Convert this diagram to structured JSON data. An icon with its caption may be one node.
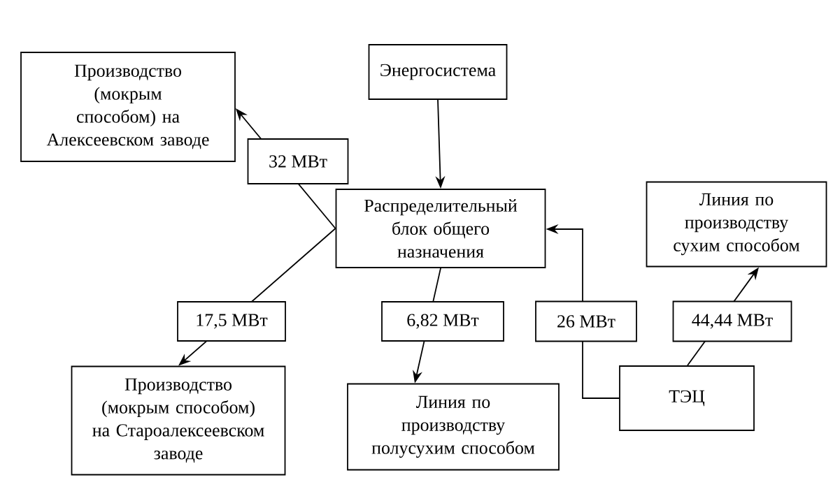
{
  "diagram": {
    "nodes": [
      {
        "text": [
          "Энергосистема"
        ]
      },
      {
        "text": [
          "Производство (мокрым способом) на Алексеевском заводе"
        ]
      },
      {
        "text": [
          "Распределительный блок общего назначения"
        ]
      },
      {
        "text": [
          "Линия по производству сухим способом"
        ]
      },
      {
        "text": [
          "Производство (мокрым способом) на Староалексеевском заводе"
        ]
      },
      {
        "text": [
          "Линия по производству полусухим способом"
        ]
      },
      {
        "text": [
          "ТЭЦ"
        ]
      }
    ],
    "edges": [
      {
        "from": 0,
        "to": 2,
        "arrow": "to"
      },
      {
        "from": 2,
        "to": 1,
        "arrow": "to",
        "label": "32 МВт"
      },
      {
        "from": 2,
        "to": 4,
        "arrow": "to",
        "label": "17,5 МВт"
      },
      {
        "from": 2,
        "to": 5,
        "arrow": "to",
        "label": "6,82 МВт"
      },
      {
        "from": 6,
        "to": 2,
        "arrow": "to",
        "label": "26 МВт"
      },
      {
        "from": 6,
        "to": 3,
        "arrow": "to",
        "label": "44,44 МВт"
      }
    ]
  }
}
